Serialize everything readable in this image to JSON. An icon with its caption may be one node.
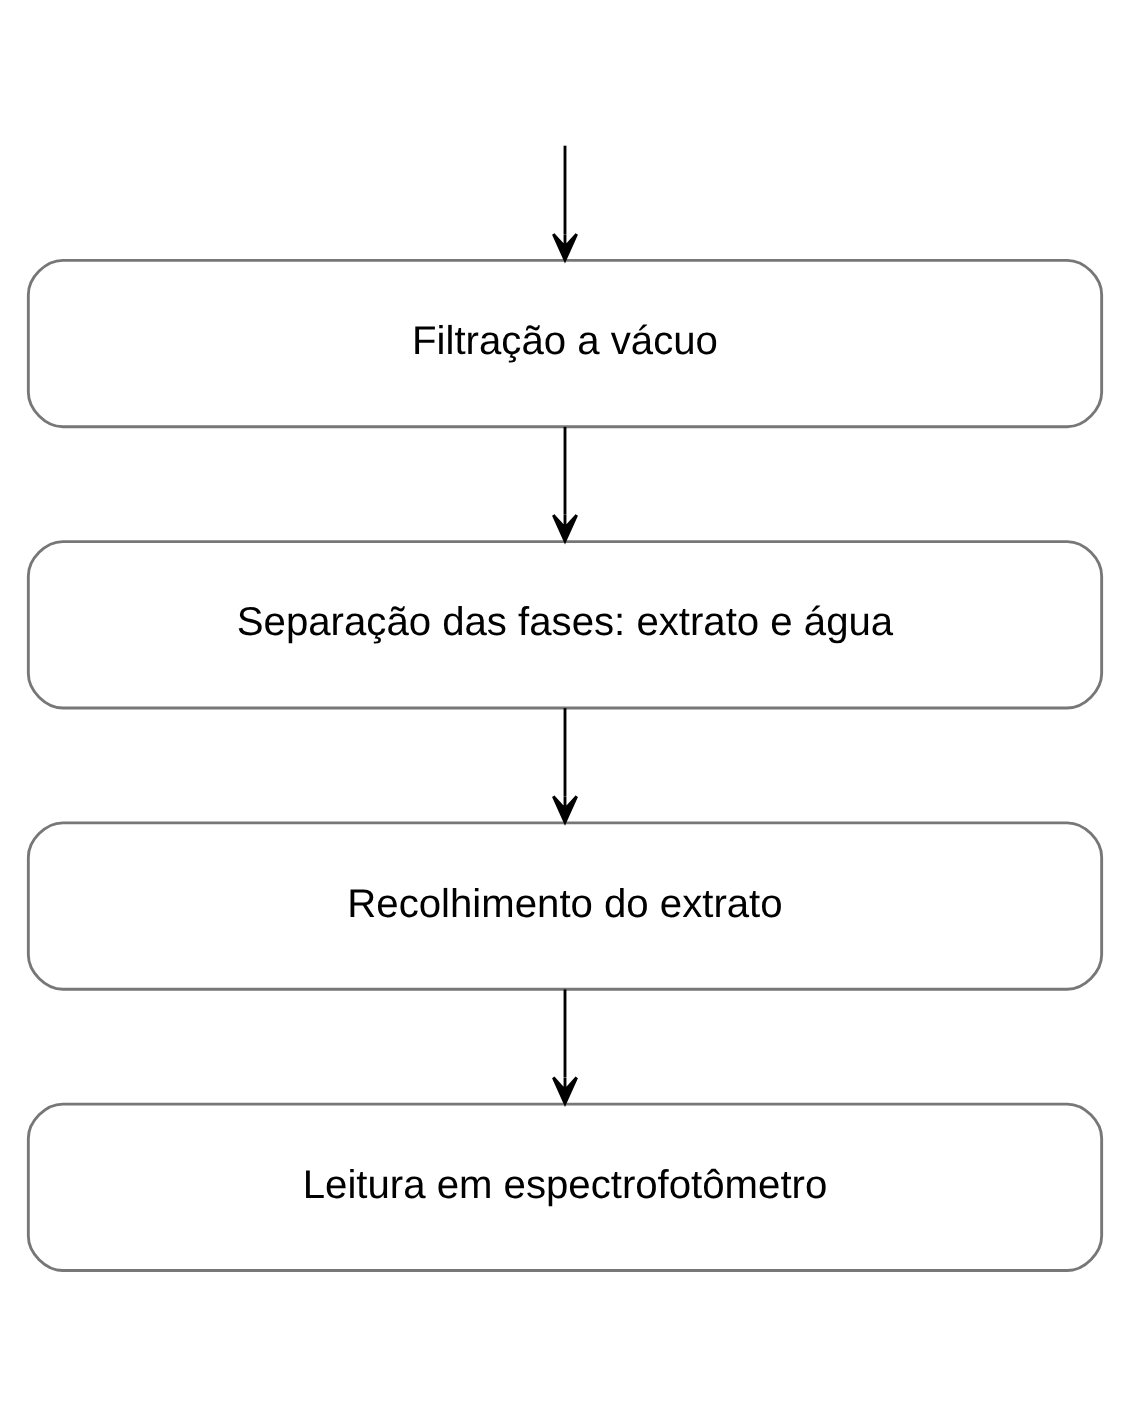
{
  "diagram": {
    "nodes": [
      {
        "text": [
          "Filtração a vácuo"
        ]
      },
      {
        "text": [
          "Separação das fases: extrato e água"
        ]
      },
      {
        "text": [
          "Recolhimento do extrato"
        ]
      },
      {
        "text": [
          "Leitura em espectrofotômetro"
        ]
      }
    ],
    "edges": [
      {
        "from": null,
        "to": 0,
        "arrow": "to"
      },
      {
        "from": 0,
        "to": 1,
        "arrow": "to"
      },
      {
        "from": 1,
        "to": 2,
        "arrow": "to"
      },
      {
        "from": 2,
        "to": 3,
        "arrow": "to"
      }
    ]
  }
}
